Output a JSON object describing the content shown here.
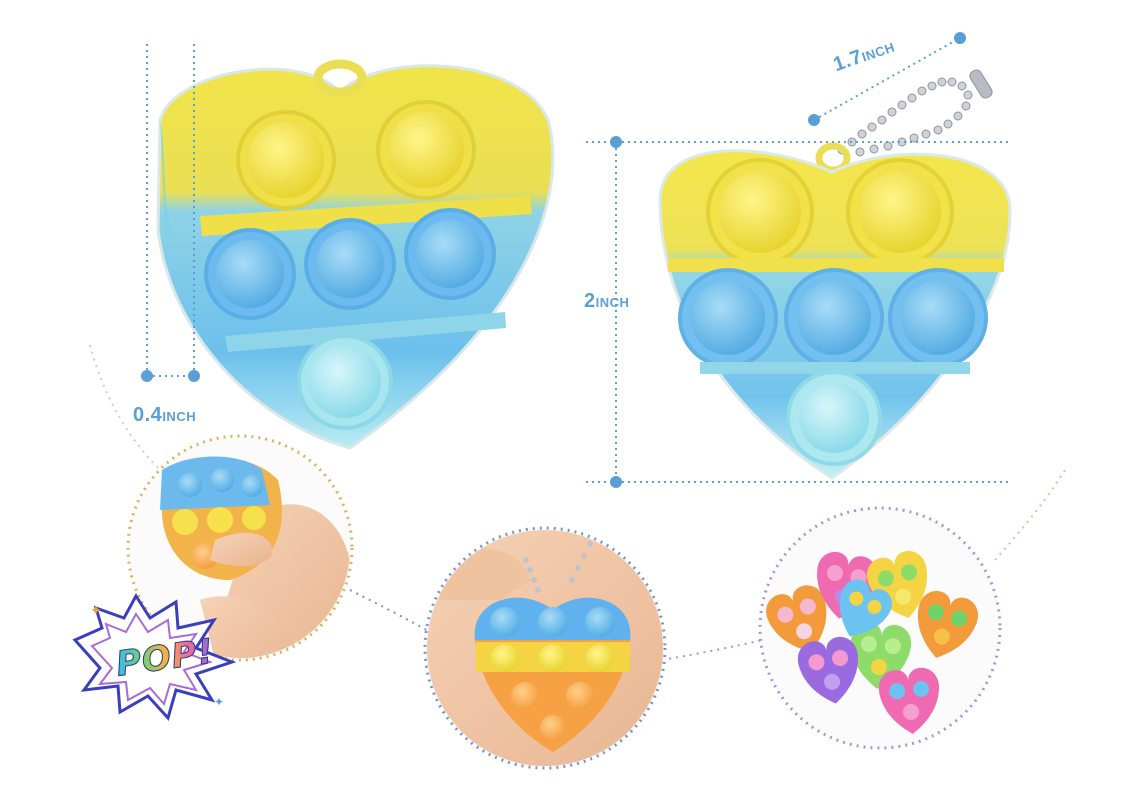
{
  "dimensions": {
    "depth": {
      "number": "0.4",
      "unit": "INCH"
    },
    "height": {
      "number": "2",
      "unit": "INCH"
    },
    "width": {
      "number": "1.7",
      "unit": "INCH"
    }
  },
  "badge": {
    "text": "POP!"
  },
  "colors": {
    "dimension_blue": "#5a9fd6",
    "yellow": "#f2e240",
    "sky_blue": "#74c3ef",
    "aqua": "#8fe0ee",
    "orange": "#f7a64a",
    "dotted_gold": "#d9b35a",
    "dotted_purple": "#b58fd6"
  },
  "icons": [
    "heart-pop-toy",
    "ball-chain-keyring",
    "hand",
    "pop-burst"
  ]
}
